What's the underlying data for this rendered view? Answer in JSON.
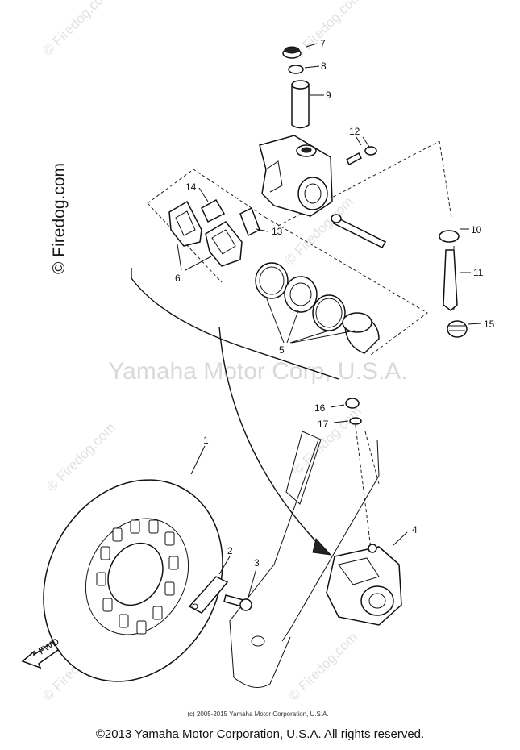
{
  "watermark": {
    "center_text": "Yamaha Motor Corp, U.S.A.",
    "side_text": "© Firedog.com",
    "tile_text": "© Firedog.com"
  },
  "callouts": [
    "1",
    "2",
    "3",
    "4",
    "5",
    "6",
    "7",
    "8",
    "9",
    "10",
    "11",
    "12",
    "13",
    "14",
    "15",
    "16",
    "17"
  ],
  "arrow_label": "FWD",
  "credit_line": "(c) 2005-2015 Yamaha Motor Corporation, U.S.A.",
  "footer": "©2013 Yamaha Motor Corporation, U.S.A. All rights reserved."
}
